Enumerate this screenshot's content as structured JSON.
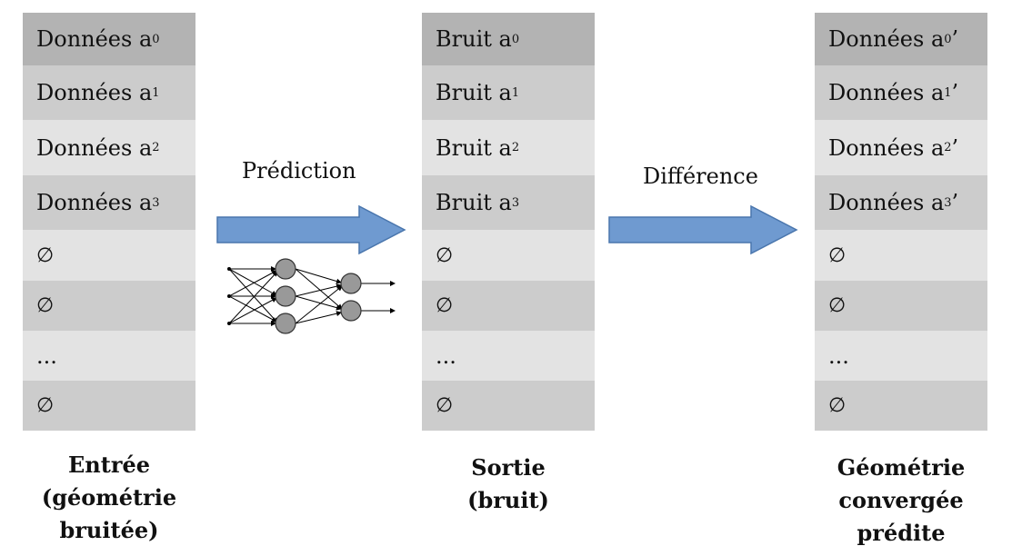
{
  "columns": [
    {
      "caption": [
        "Entrée",
        "(géométrie",
        "bruitée)"
      ],
      "rows": [
        {
          "text": "Données a",
          "sub": "0",
          "suffix": "",
          "color": "#b3b3b3"
        },
        {
          "text": "Données a",
          "sub": "1",
          "suffix": "",
          "color": "#cccccc"
        },
        {
          "text": "Données a",
          "sub": "2",
          "suffix": "",
          "color": "#e3e3e3"
        },
        {
          "text": "Données a",
          "sub": "3",
          "suffix": "",
          "color": "#cccccc"
        },
        {
          "text": "∅",
          "sub": "",
          "suffix": "",
          "color": "#e3e3e3"
        },
        {
          "text": "∅",
          "sub": "",
          "suffix": "",
          "color": "#cccccc"
        },
        {
          "text": "...",
          "sub": "",
          "suffix": "",
          "color": "#e3e3e3"
        },
        {
          "text": "∅",
          "sub": "",
          "suffix": "",
          "color": "#cccccc"
        }
      ]
    },
    {
      "caption": [
        "Sortie",
        "(bruit)"
      ],
      "rows": [
        {
          "text": "Bruit a",
          "sub": "0",
          "suffix": "",
          "color": "#b3b3b3"
        },
        {
          "text": "Bruit a",
          "sub": "1",
          "suffix": "",
          "color": "#cccccc"
        },
        {
          "text": "Bruit a",
          "sub": "2",
          "suffix": "",
          "color": "#e3e3e3"
        },
        {
          "text": "Bruit a",
          "sub": "3",
          "suffix": "",
          "color": "#cccccc"
        },
        {
          "text": "∅",
          "sub": "",
          "suffix": "",
          "color": "#e3e3e3"
        },
        {
          "text": "∅",
          "sub": "",
          "suffix": "",
          "color": "#cccccc"
        },
        {
          "text": "...",
          "sub": "",
          "suffix": "",
          "color": "#e3e3e3"
        },
        {
          "text": "∅",
          "sub": "",
          "suffix": "",
          "color": "#cccccc"
        }
      ]
    },
    {
      "caption": [
        "Géométrie",
        "convergée",
        "prédite"
      ],
      "rows": [
        {
          "text": "Données a",
          "sub": "0",
          "suffix": "’",
          "color": "#b3b3b3"
        },
        {
          "text": "Données a",
          "sub": "1",
          "suffix": "’",
          "color": "#cccccc"
        },
        {
          "text": "Données a",
          "sub": "2",
          "suffix": "’",
          "color": "#e3e3e3"
        },
        {
          "text": "Données a",
          "sub": "3",
          "suffix": "’",
          "color": "#cccccc"
        },
        {
          "text": "∅",
          "sub": "",
          "suffix": "",
          "color": "#e3e3e3"
        },
        {
          "text": "∅",
          "sub": "",
          "suffix": "",
          "color": "#cccccc"
        },
        {
          "text": "...",
          "sub": "",
          "suffix": "",
          "color": "#e3e3e3"
        },
        {
          "text": "∅",
          "sub": "",
          "suffix": "",
          "color": "#cccccc"
        }
      ]
    }
  ],
  "arrows": [
    {
      "label": "Prédiction",
      "color": "#6f9ad0",
      "border": "#4a76ad"
    },
    {
      "label": "Différence",
      "color": "#6f9ad0",
      "border": "#4a76ad"
    }
  ],
  "icons": {
    "network": "neural-network-icon",
    "arrow": "right-arrow-icon"
  },
  "network_node_color": "#999999"
}
